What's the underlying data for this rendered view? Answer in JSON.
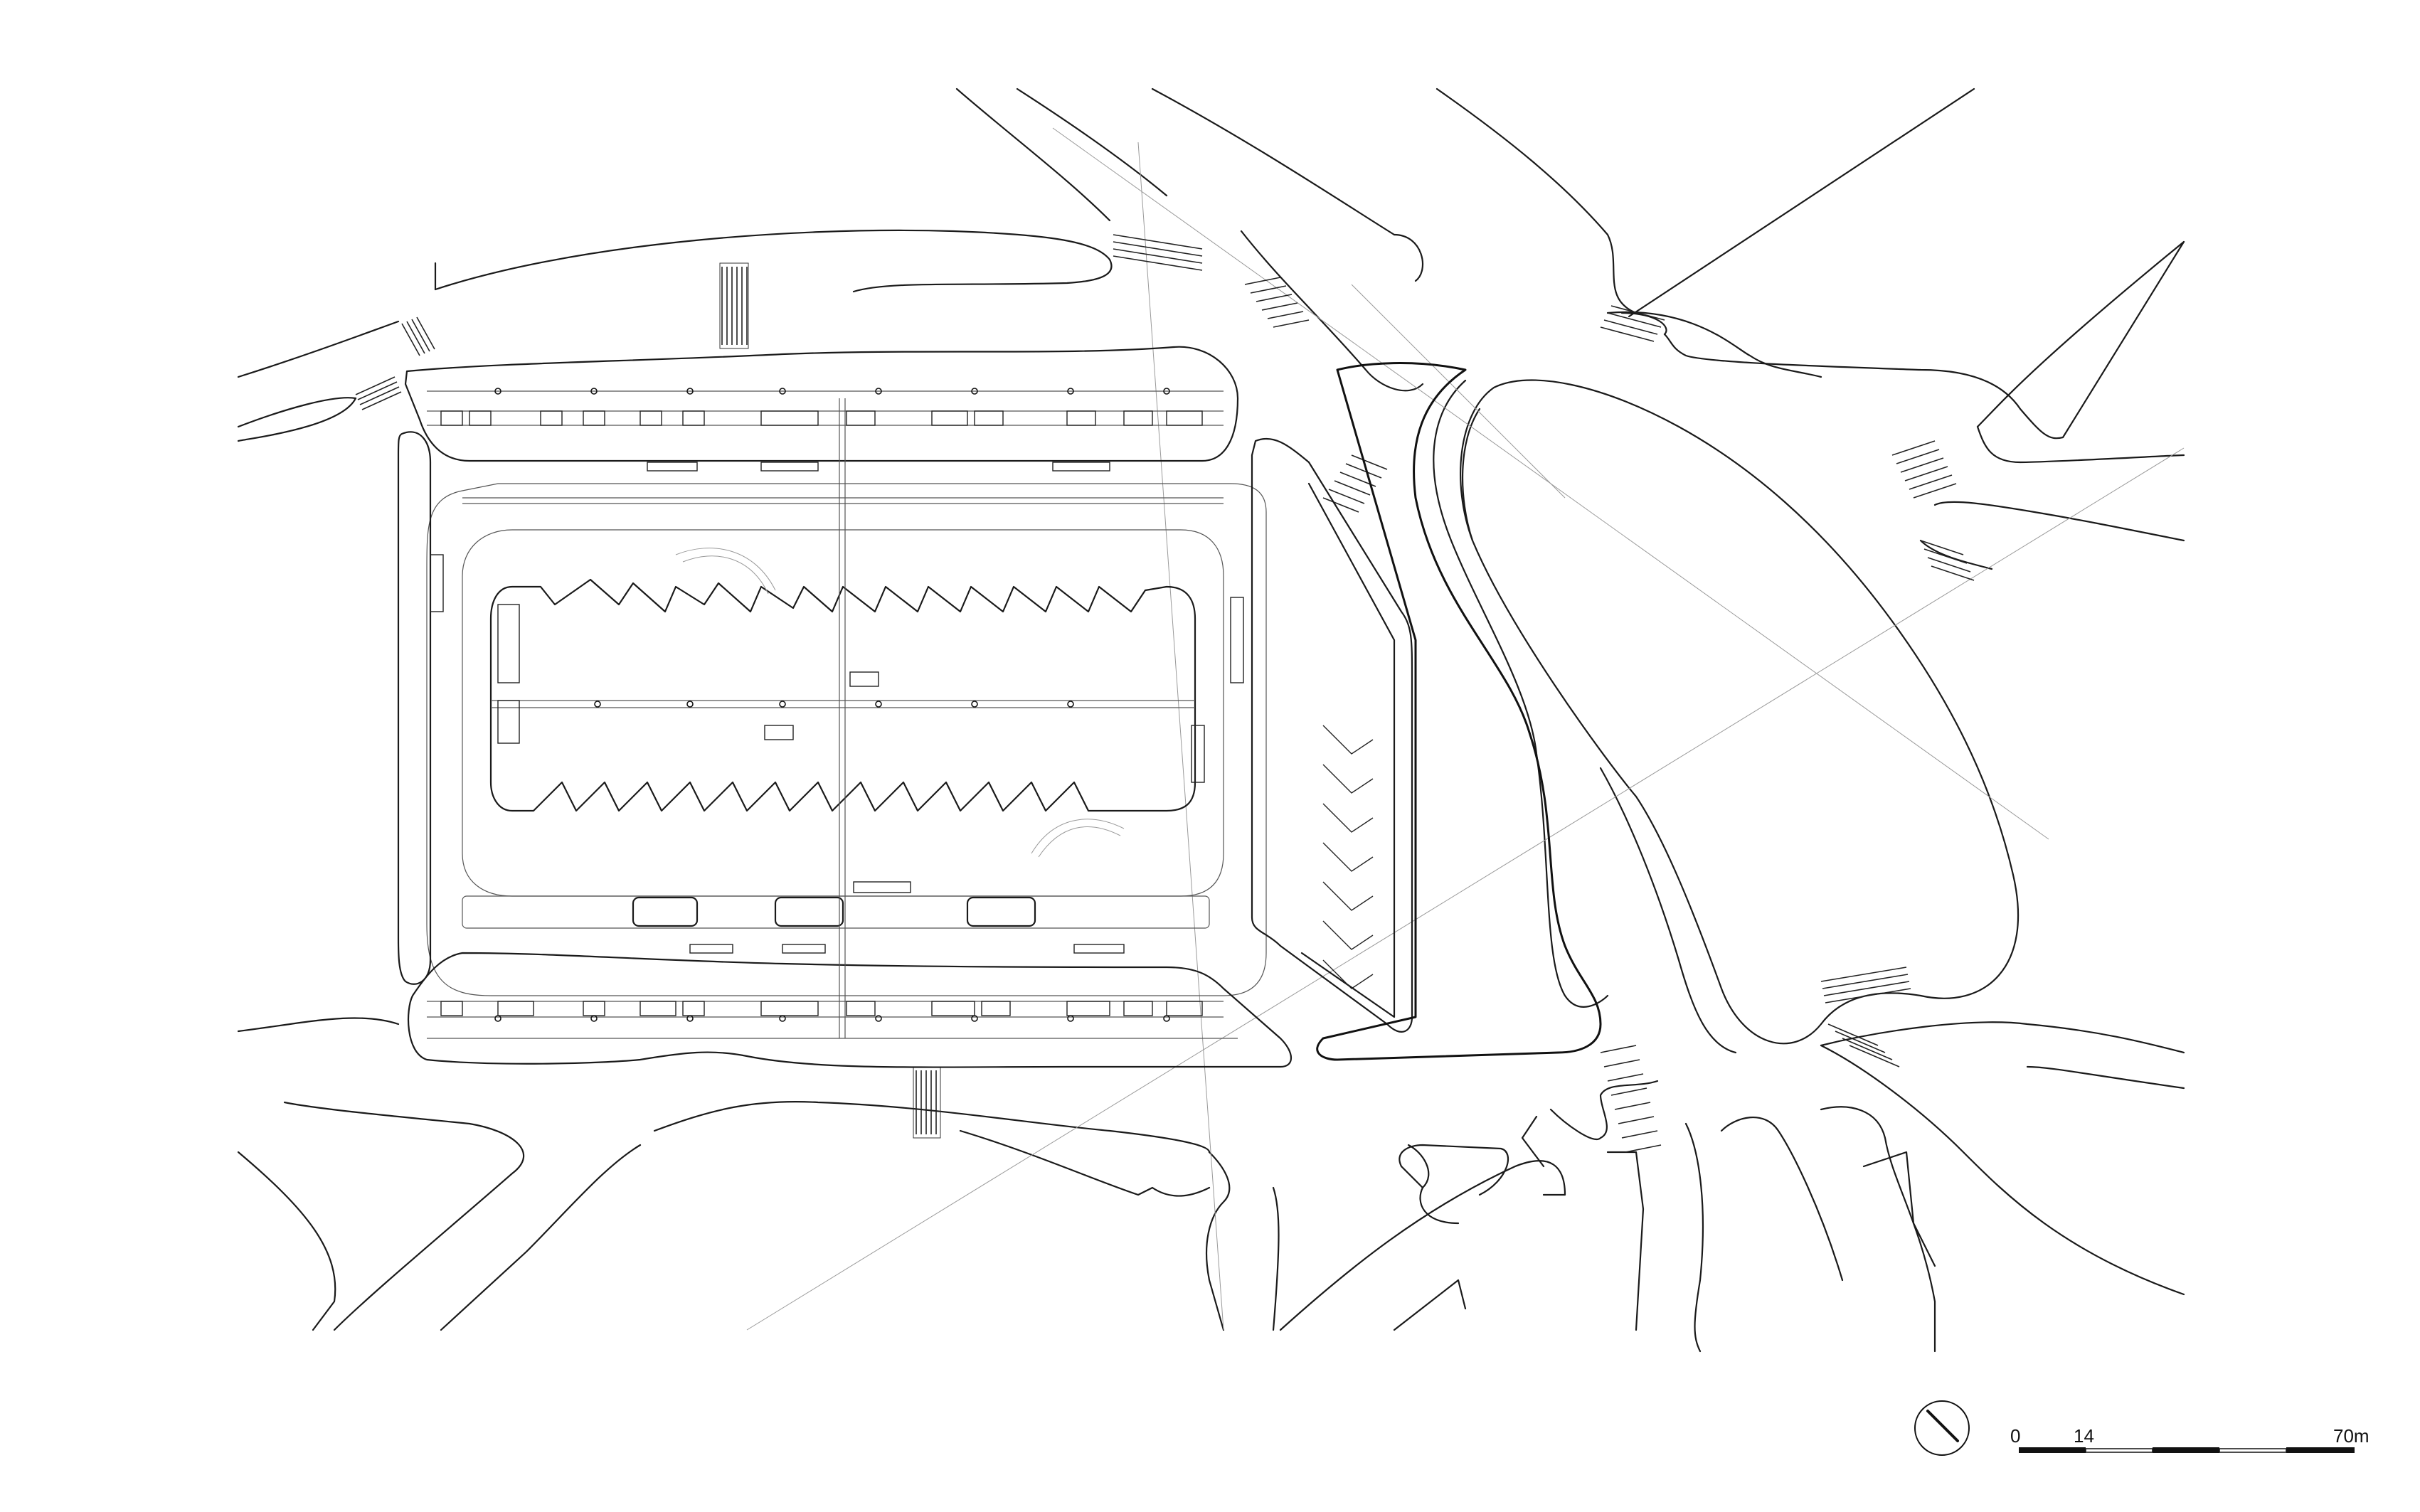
{
  "scale_bar": {
    "labels": [
      "0",
      "14",
      "70m"
    ]
  },
  "icons": {
    "north_arrow": "north-arrow-icon"
  },
  "colors": {
    "line": "#1a1a1a",
    "background": "#ffffff"
  }
}
